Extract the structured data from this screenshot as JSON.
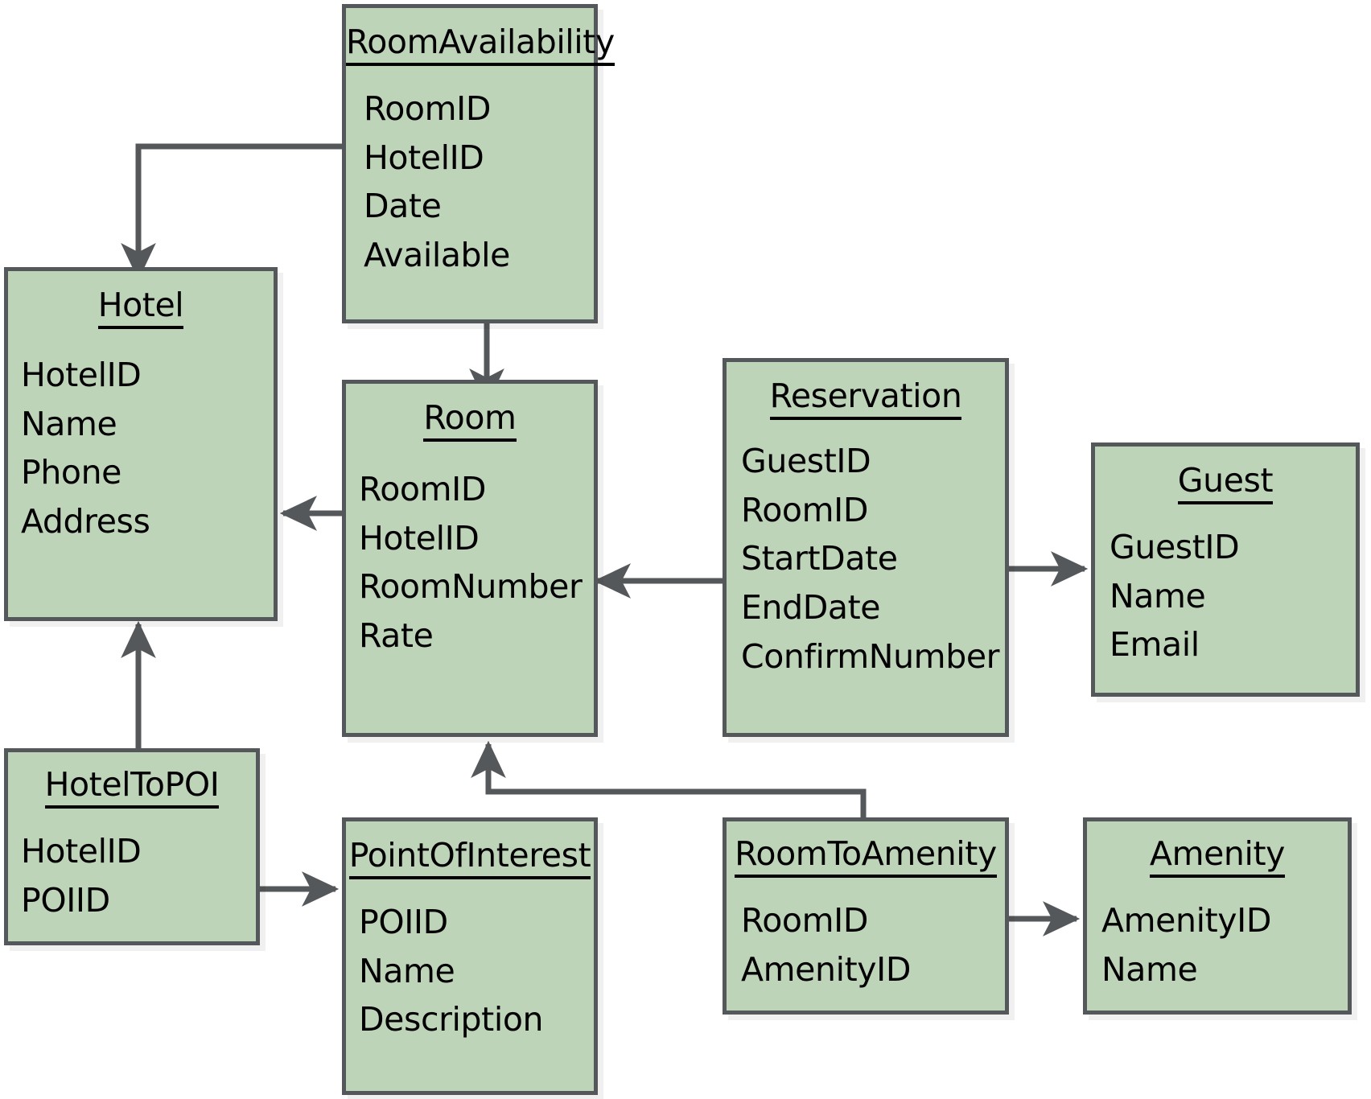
{
  "diagram": {
    "title": "Hotel reservation database entity-relationship diagram",
    "colors": {
      "entity_fill": "#bed4b9",
      "entity_border": "#55585a",
      "edge": "#55585a",
      "text": "#000000",
      "background": "#ffffff"
    },
    "entities": [
      {
        "id": "room-availability",
        "name": "RoomAvailability",
        "attributes": [
          "RoomID",
          "HotelID",
          "Date",
          "Available"
        ]
      },
      {
        "id": "hotel",
        "name": "Hotel",
        "attributes": [
          "HotelID",
          "Name",
          "Phone",
          "Address"
        ]
      },
      {
        "id": "room",
        "name": "Room",
        "attributes": [
          "RoomID",
          "HotelID",
          "RoomNumber",
          "Rate"
        ]
      },
      {
        "id": "reservation",
        "name": "Reservation",
        "attributes": [
          "GuestID",
          "RoomID",
          "StartDate",
          "EndDate",
          "ConfirmNumber"
        ]
      },
      {
        "id": "guest",
        "name": "Guest",
        "attributes": [
          "GuestID",
          "Name",
          "Email"
        ]
      },
      {
        "id": "hotel-to-poi",
        "name": "HotelToPOI",
        "attributes": [
          "HotelID",
          "POIID"
        ]
      },
      {
        "id": "point-of-interest",
        "name": "PointOfInterest",
        "attributes": [
          "POIID",
          "Name",
          "Description"
        ]
      },
      {
        "id": "room-to-amenity",
        "name": "RoomToAmenity",
        "attributes": [
          "RoomID",
          "AmenityID"
        ]
      },
      {
        "id": "amenity",
        "name": "Amenity",
        "attributes": [
          "AmenityID",
          "Name"
        ]
      }
    ],
    "relationships": [
      {
        "from": "RoomAvailability",
        "to": "Hotel"
      },
      {
        "from": "RoomAvailability",
        "to": "Room"
      },
      {
        "from": "Room",
        "to": "Hotel"
      },
      {
        "from": "Reservation",
        "to": "Room"
      },
      {
        "from": "Reservation",
        "to": "Guest"
      },
      {
        "from": "HotelToPOI",
        "to": "Hotel"
      },
      {
        "from": "HotelToPOI",
        "to": "PointOfInterest"
      },
      {
        "from": "RoomToAmenity",
        "to": "Room"
      },
      {
        "from": "RoomToAmenity",
        "to": "Amenity"
      }
    ]
  }
}
